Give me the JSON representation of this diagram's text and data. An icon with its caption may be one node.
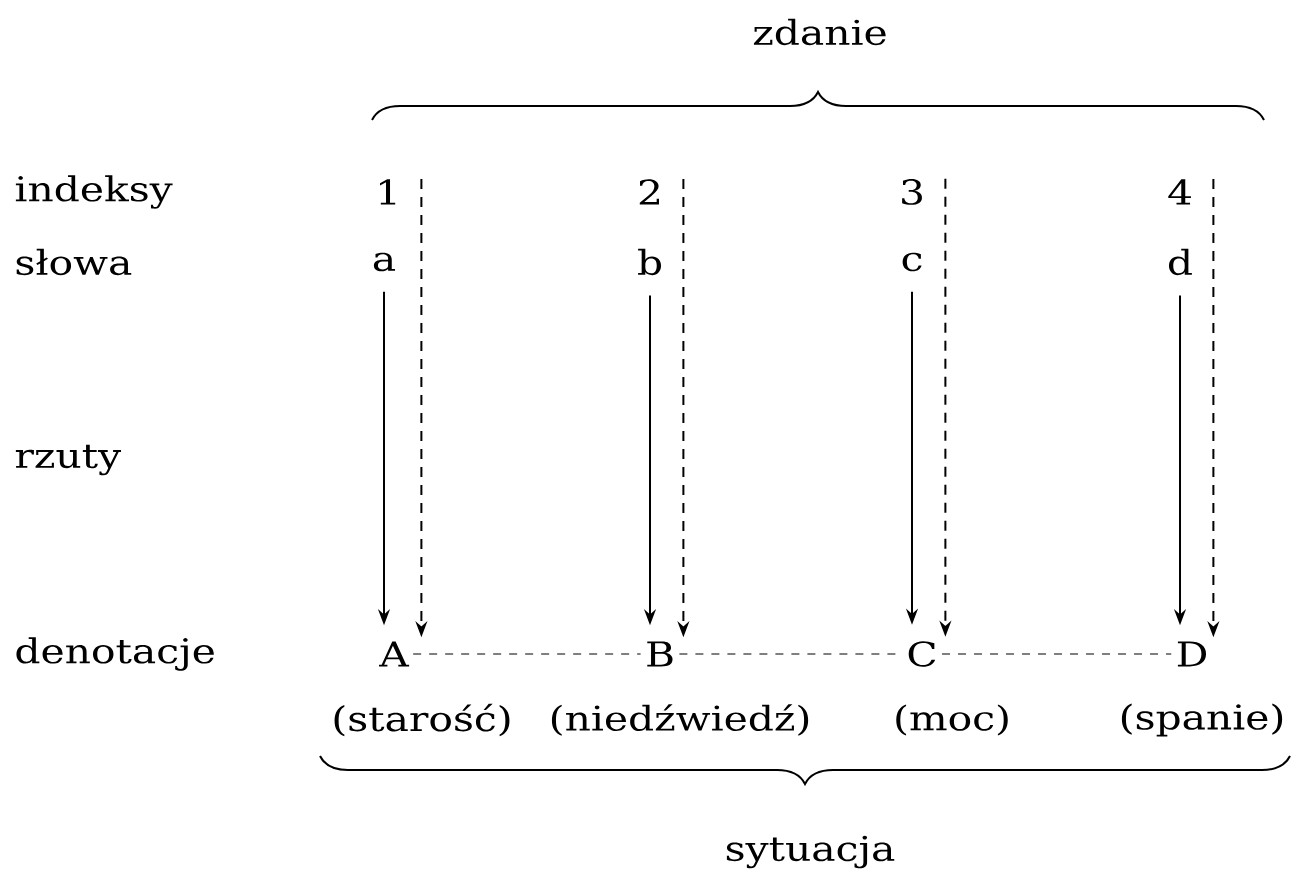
{
  "diagram": {
    "nodes": [
      {
        "text": [
          "1"
        ]
      },
      {
        "text": [
          "2"
        ]
      },
      {
        "text": [
          "3"
        ]
      },
      {
        "text": [
          "4"
        ]
      },
      {
        "text": [
          "a"
        ]
      },
      {
        "text": [
          "b"
        ]
      },
      {
        "text": [
          "c"
        ]
      },
      {
        "text": [
          "d"
        ]
      },
      {
        "text": [
          "A"
        ],
        "beside": [
          "(starość)"
        ]
      },
      {
        "text": [
          "B"
        ],
        "beside": [
          "(niedźwiedź)"
        ]
      },
      {
        "text": [
          "C"
        ],
        "beside": [
          "(moc)"
        ]
      },
      {
        "text": [
          "D"
        ],
        "beside": [
          "(spanie)"
        ]
      }
    ],
    "edges": [
      {
        "from": 4,
        "to": 8,
        "arrow": "to"
      },
      {
        "from": 0,
        "to": 8,
        "arrow": "to",
        "style": "dashed"
      },
      {
        "from": 5,
        "to": 9,
        "arrow": "to"
      },
      {
        "from": 1,
        "to": 9,
        "arrow": "to",
        "style": "dashed"
      },
      {
        "from": 6,
        "to": 10,
        "arrow": "to"
      },
      {
        "from": 2,
        "to": 10,
        "arrow": "to",
        "style": "dashed"
      },
      {
        "from": 7,
        "to": 11,
        "arrow": "to"
      },
      {
        "from": 3,
        "to": 11,
        "arrow": "to",
        "style": "dashed"
      },
      {
        "from": 8,
        "to": 9,
        "arrow": "none",
        "style": "dashed"
      },
      {
        "from": 9,
        "to": 10,
        "arrow": "none",
        "style": "dashed"
      },
      {
        "from": 10,
        "to": 11,
        "arrow": "none",
        "style": "dashed"
      }
    ],
    "labels": [
      "zdanie",
      "indeksy",
      "słowa",
      "rzuty",
      "denotacje",
      "sytuacja"
    ]
  }
}
